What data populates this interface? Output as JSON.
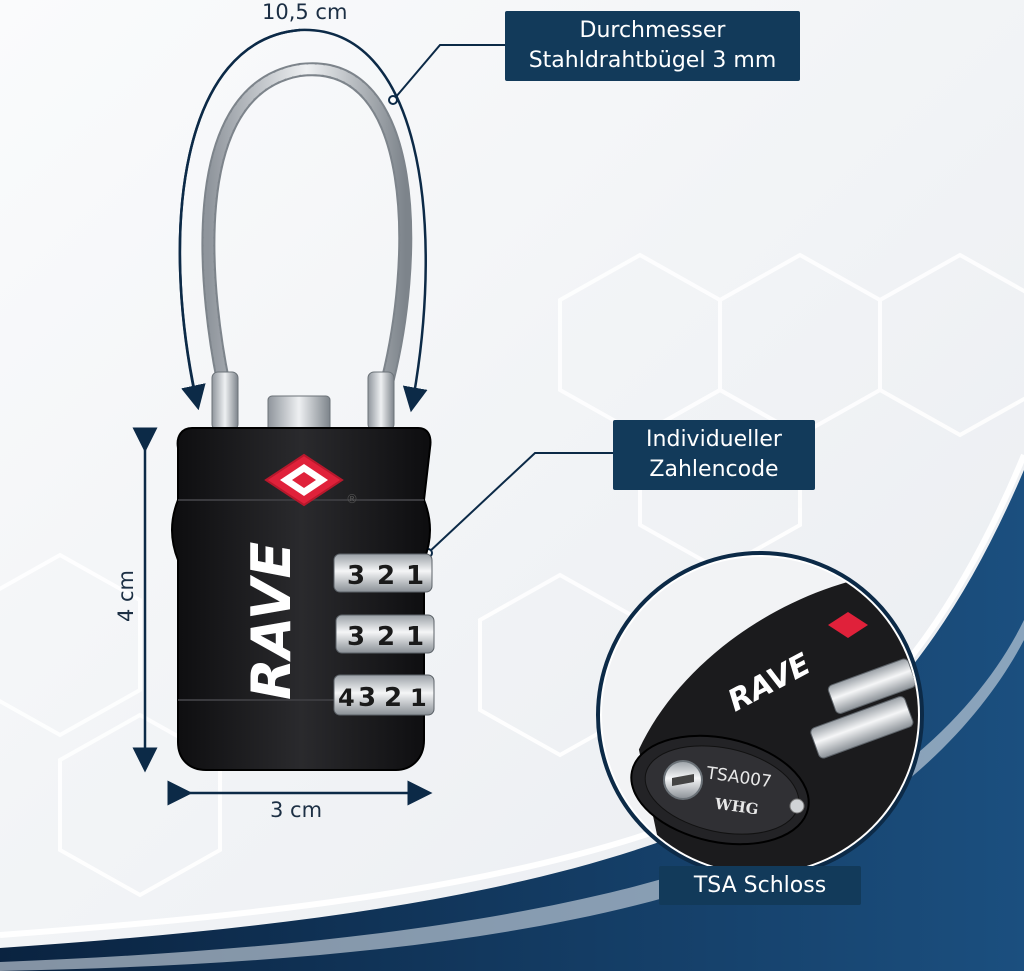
{
  "dimensions": {
    "width_cable": "10,5 cm",
    "height": "4 cm",
    "width_body": "3 cm"
  },
  "callouts": {
    "cable": {
      "line1": "Durchmesser",
      "line2": "Stahldrahtbügel 3 mm"
    },
    "code": {
      "line1": "Individueller",
      "line2": "Zahlencode"
    },
    "tsa": {
      "line1": "TSA Schloss"
    }
  },
  "lock": {
    "brand": "RAVE",
    "dial_rows": [
      [
        "3",
        "2",
        "1"
      ],
      [
        "3",
        "2",
        "1"
      ],
      [
        "4",
        "3",
        "2",
        "1"
      ]
    ],
    "keyhole_model": "TSA007",
    "keyhole_maker": "WHG",
    "registered_mark": "®"
  },
  "colors": {
    "navy": "#123a5a",
    "dark_navy": "#0c2a47",
    "lock_body": "#1a1a1c",
    "tsa_red": "#e0213a",
    "steel": "#c9ccd0"
  }
}
